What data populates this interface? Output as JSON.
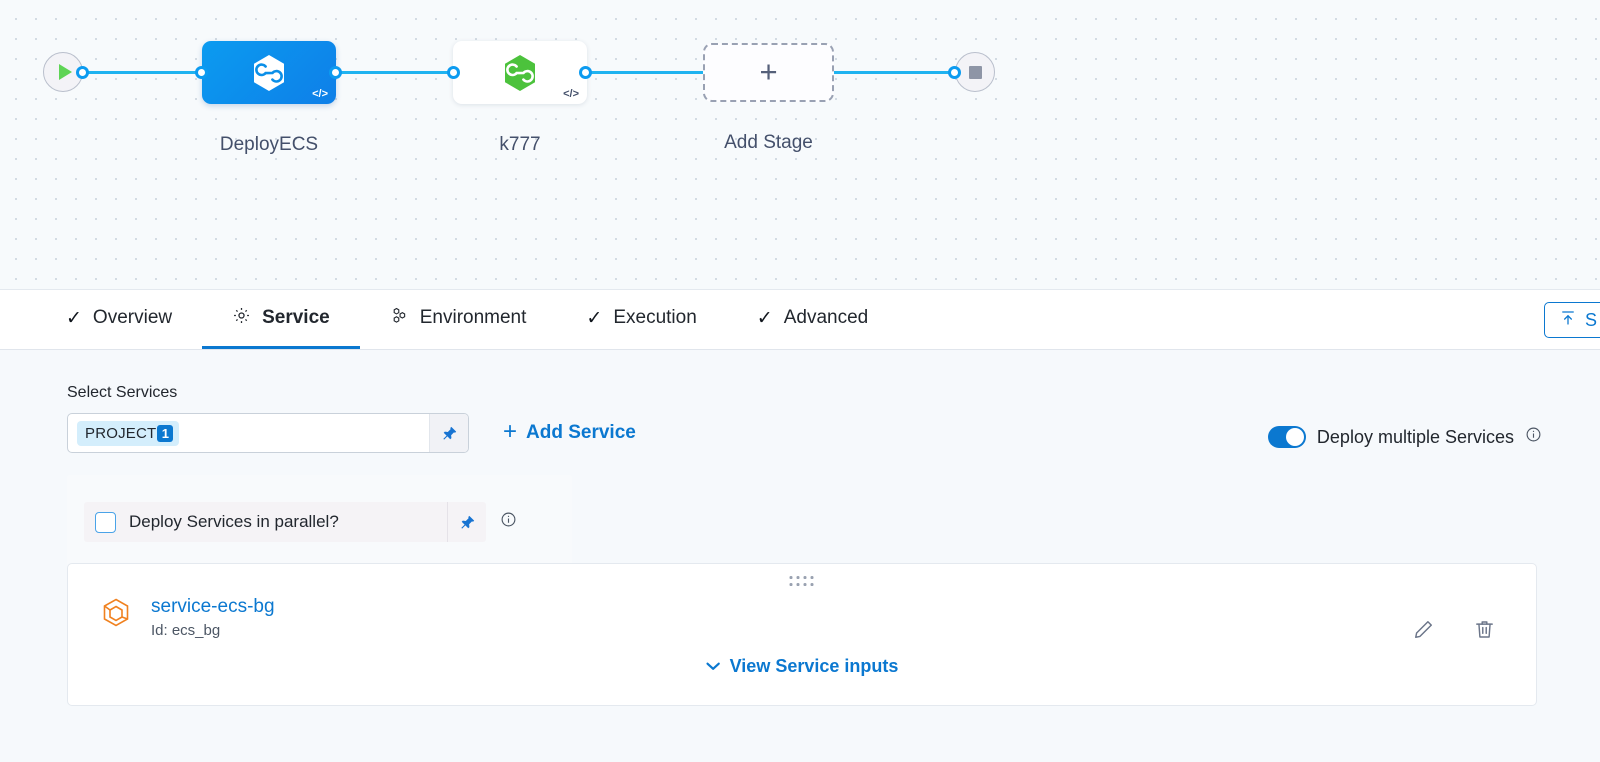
{
  "pipeline": {
    "start_node": "start-node",
    "end_node": "end-node",
    "stages": [
      {
        "name": "DeployECS",
        "type": "deployment",
        "state": "selected",
        "icon": "harness-hexagon-icon",
        "code_badge": "</>"
      },
      {
        "name": "k777",
        "type": "deployment",
        "state": "default",
        "icon": "harness-hexagon-green-icon",
        "code_badge": "</>"
      }
    ],
    "add_stage_label": "Add Stage",
    "add_stage_glyph": "+",
    "colors": {
      "edge": "#1fb3f0",
      "selected_stage": "#0b9bf0",
      "green_icon": "#4cc23c",
      "canvas_bg": "#f7fafc"
    }
  },
  "tabs": [
    {
      "label": "Overview",
      "icon": "check-icon",
      "active": false
    },
    {
      "label": "Service",
      "icon": "gear-icon",
      "active": true
    },
    {
      "label": "Environment",
      "icon": "infrastructure-icon",
      "active": false
    },
    {
      "label": "Execution",
      "icon": "check-icon",
      "active": false
    },
    {
      "label": "Advanced",
      "icon": "check-icon",
      "active": false
    }
  ],
  "toolbar": {
    "save_label": "S",
    "save_icon": "save-template-icon"
  },
  "service_section": {
    "select_label": "Select Services",
    "selected_chip": "PROJECT",
    "selected_chip_count": "1",
    "add_service_label": "Add Service",
    "add_service_glyph": "+",
    "pin_icon": "pin-icon",
    "multi_toggle": {
      "label": "Deploy multiple Services",
      "state": "on",
      "info_icon": "info-icon"
    },
    "parallel": {
      "label": "Deploy Services in parallel?",
      "checked": false,
      "pin_icon": "pin-icon",
      "info_icon": "info-icon",
      "highlight_color": "#8c1346"
    }
  },
  "service_card": {
    "drag_handle": "drag-handle-icon",
    "service_icon": "service-cube-icon",
    "name": "service-ecs-bg",
    "id_text": "Id: ecs_bg",
    "view_inputs_label": "View Service inputs",
    "view_inputs_chevron": "⌄",
    "edit_icon": "pencil-icon",
    "delete_icon": "trash-icon"
  }
}
